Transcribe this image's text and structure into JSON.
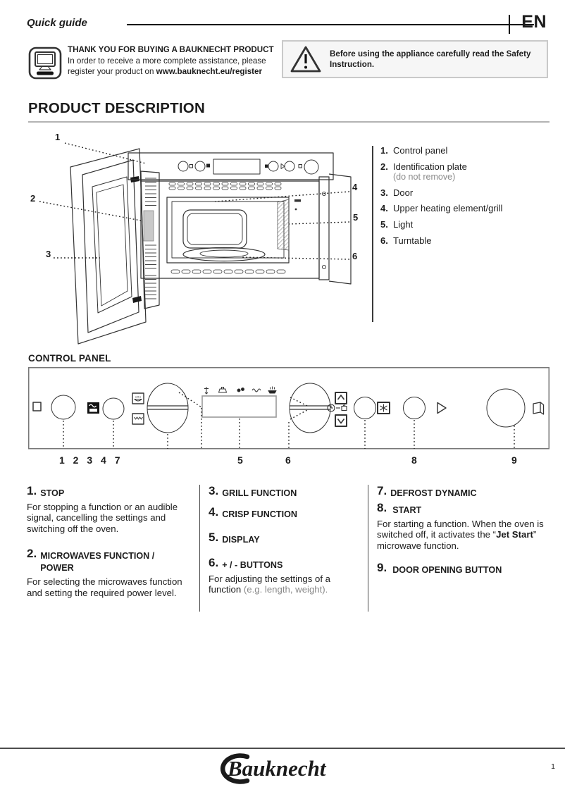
{
  "header": {
    "title": "Quick guide"
  },
  "page": {
    "language": "EN",
    "number": "1"
  },
  "register": {
    "title": "THANK YOU FOR BUYING A BAUKNECHT PRODUCT",
    "body": "In order to receive a more complete assistance, please register your product on ",
    "url": "www.bauknecht.eu/register"
  },
  "warning": {
    "text": "Before using the appliance carefully read the Safety Instruction."
  },
  "product_description": {
    "heading": "PRODUCT DESCRIPTION",
    "callouts": [
      "1",
      "2",
      "3",
      "4",
      "5",
      "6"
    ],
    "legend": [
      {
        "num": "1.",
        "label": "Control panel"
      },
      {
        "num": "2.",
        "label": "Identification plate",
        "note": "(do not remove)"
      },
      {
        "num": "3.",
        "label": "Door"
      },
      {
        "num": "4.",
        "label": "Upper heating element/grill"
      },
      {
        "num": "5.",
        "label": "Light"
      },
      {
        "num": "6.",
        "label": "Turntable"
      }
    ]
  },
  "control_panel": {
    "heading": "CONTROL PANEL",
    "labels": [
      "1 2 3 4 7",
      "5",
      "6",
      "8",
      "9"
    ]
  },
  "functions": {
    "items_left": [
      {
        "num": "1.",
        "title": "STOP",
        "body": "For stopping a function or an audible signal, cancelling the settings and switching off the oven."
      },
      {
        "num": "2.",
        "title": "MICROWAVES FUNCTION / POWER",
        "body": "For selecting the microwaves function and setting the required power level."
      }
    ],
    "items_mid": [
      {
        "num": "3.",
        "title": "GRILL FUNCTION"
      },
      {
        "num": "4.",
        "title": "CRISP FUNCTION"
      },
      {
        "num": "5.",
        "title": "DISPLAY"
      },
      {
        "num": "6.",
        "title": "+ / - BUTTONS",
        "body": "For adjusting the settings of a function ",
        "body_note": "(e.g. length, weight)."
      }
    ],
    "items_right": [
      {
        "num": "7.",
        "title": "DEFROST DYNAMIC"
      },
      {
        "num": "8.",
        "title": "START",
        "body_pre": "For starting a function. When the oven is switched off, it activates the “",
        "body_bold": "Jet Start",
        "body_post": "” microwave function."
      },
      {
        "num": "9.",
        "title": "DOOR OPENING BUTTON"
      }
    ]
  },
  "footer": {
    "brand": "Bauknecht"
  },
  "colors": {
    "text": "#1c1c1c",
    "muted": "#8a8a8a",
    "rule": "#b3b3b3",
    "warning_bg": "#f6f6f6",
    "warning_border": "#c9c9c9"
  },
  "icons": {
    "register_badge": "computer-monitor-icon",
    "warning_badge": "warning-triangle-icon",
    "stop_button": "stop-square-icon",
    "microwaves_function": "microwave-waves-icon",
    "crisp_function": "crisp-pan-icon",
    "grill_function": "grill-zigzag-icon",
    "plus_button": "up-arrow-icon",
    "minus_button": "down-arrow-icon",
    "time_weight": "clock-weight-icon",
    "defrost_dynamic": "defrost-icon",
    "start_button": "play-triangle-icon",
    "door_opening": "open-door-icon"
  }
}
